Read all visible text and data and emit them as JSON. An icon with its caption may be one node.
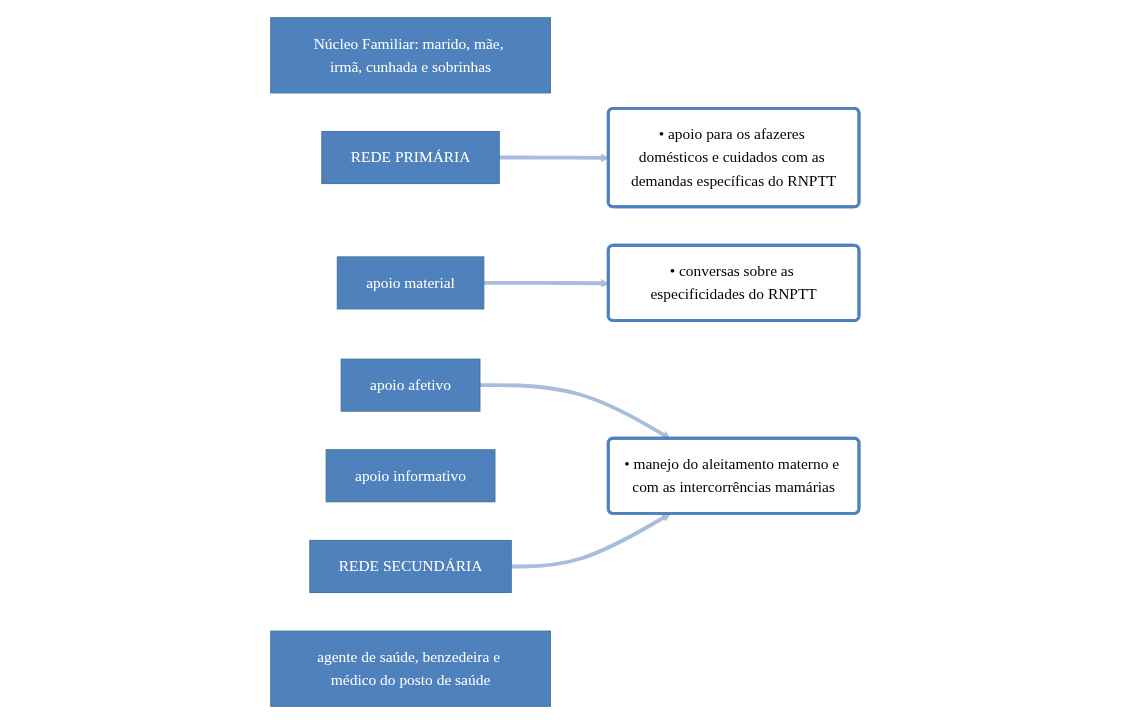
{
  "diagram": {
    "nodes": [
      {
        "text": [
          "Núcleo Familiar: marido, mãe, irmã, cunhada e sobrinhas"
        ]
      },
      {
        "text": [
          "REDE PRIMÁRIA"
        ]
      },
      {
        "text": [
          "• apoio para os afazeres domésticos e cuidados com as demandas específicas do RNPTT"
        ]
      },
      {
        "text": [
          "apoio material"
        ]
      },
      {
        "text": [
          "apoio afetivo"
        ]
      },
      {
        "text": [
          "• conversas sobre as especificidades do RNPTT"
        ]
      },
      {
        "text": [
          "• manejo do aleitamento materno e com as intercorrências mamárias"
        ]
      },
      {
        "text": [
          "apoio informativo"
        ]
      },
      {
        "text": [
          "REDE SECUNDÁRIA"
        ]
      },
      {
        "text": [
          "agente de saúde, benzedeira e médico do posto de saúde"
        ]
      }
    ],
    "edges": [
      {
        "from": 1,
        "to": 2,
        "arrow": "to"
      },
      {
        "from": 3,
        "to": 5,
        "arrow": "to"
      },
      {
        "from": 4,
        "to": 6,
        "arrow": "to"
      },
      {
        "from": 8,
        "to": 6,
        "arrow": "to"
      }
    ]
  }
}
